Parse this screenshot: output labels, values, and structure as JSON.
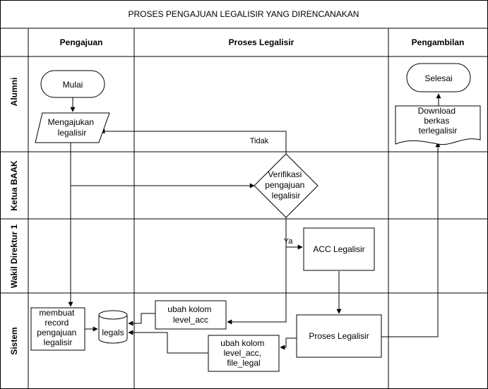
{
  "title": "PROSES PENGAJUAN LEGALISIR YANG DIRENCANAKAN",
  "columns": [
    "Pengajuan",
    "Proses Legalisir",
    "Pengambilan"
  ],
  "lanes": [
    "Alumni",
    "Ketua BAAK",
    "Wakil Direktur 1",
    "Sistem"
  ],
  "nodes": {
    "mulai": "Mulai",
    "mengajukan": [
      "Mengajukan",
      "legalisir"
    ],
    "verifikasi": [
      "Verifikasi",
      "pengajuan",
      "legalisir"
    ],
    "acc": "ACC Legalisir",
    "membuat_record": [
      "membuat",
      "record",
      "pengajuan",
      "legalisir"
    ],
    "legals": "legals",
    "ubah1": [
      "ubah kolom",
      "level_acc"
    ],
    "ubah2": [
      "ubah kolom",
      "level_acc,",
      "file_legal"
    ],
    "proses": "Proses Legalisir",
    "download": [
      "Download",
      "berkas",
      "terlegalisir"
    ],
    "selesai": "Selesai"
  },
  "edge_labels": {
    "tidak": "Tidak",
    "ya": "Ya"
  }
}
